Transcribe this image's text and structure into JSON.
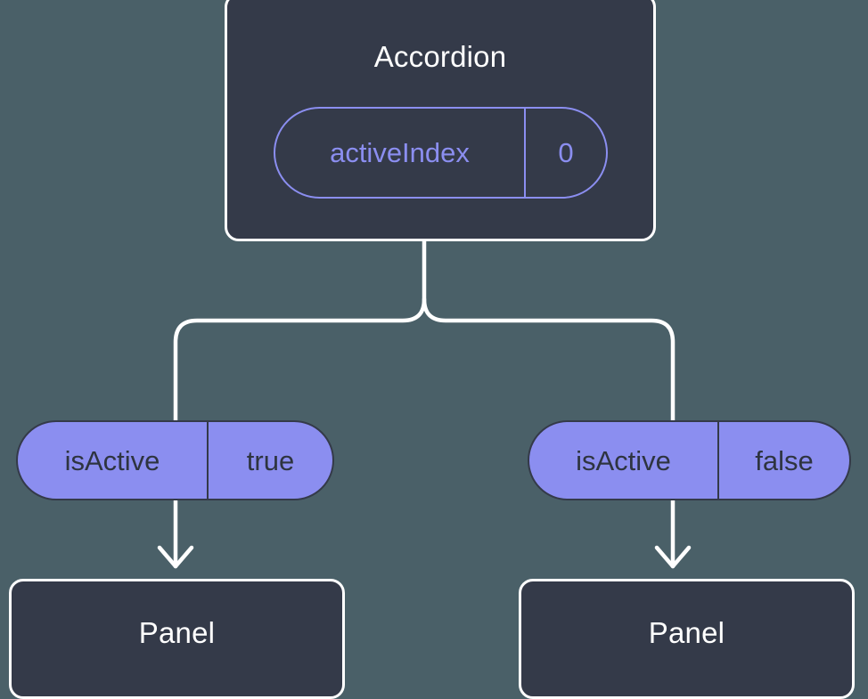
{
  "diagram": {
    "type": "component-tree",
    "background_color": "#4a6068",
    "node_fill_color": "#343a49",
    "node_border_color": "#ffffff",
    "accent_color": "#8b8ef0",
    "connector_color": "#ffffff"
  },
  "root": {
    "title": "Accordion",
    "prop": {
      "key": "activeIndex",
      "value": "0"
    }
  },
  "branches": [
    {
      "prop": {
        "key": "isActive",
        "value": "true"
      },
      "child": {
        "title": "Panel"
      }
    },
    {
      "prop": {
        "key": "isActive",
        "value": "false"
      },
      "child": {
        "title": "Panel"
      }
    }
  ]
}
